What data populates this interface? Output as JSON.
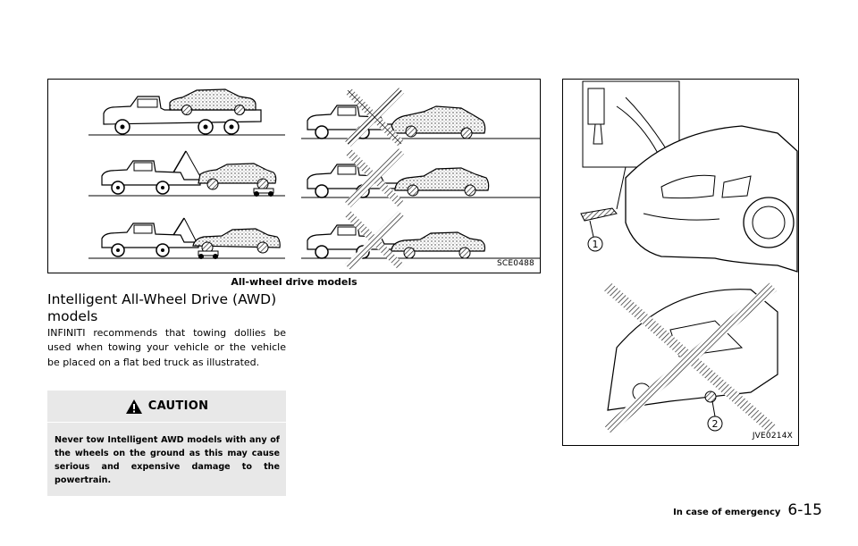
{
  "figure_left": {
    "code": "SCE0488",
    "caption": "All-wheel drive models"
  },
  "figure_right": {
    "code": "JVE0214X",
    "callouts": [
      "1",
      "2"
    ]
  },
  "section": {
    "heading": "Intelligent All-Wheel Drive (AWD) models",
    "body": "INFINITI recommends that towing dollies be used when towing your vehicle or the vehicle be placed on a flat bed truck as illustrated."
  },
  "caution": {
    "icon": "warning-triangle-icon",
    "title": "CAUTION",
    "text": "Never tow Intelligent AWD models with any of the wheels on the ground as this may cause serious and expensive damage to the powertrain."
  },
  "footer": {
    "section_name": "In case of emergency",
    "page": "6-15"
  }
}
